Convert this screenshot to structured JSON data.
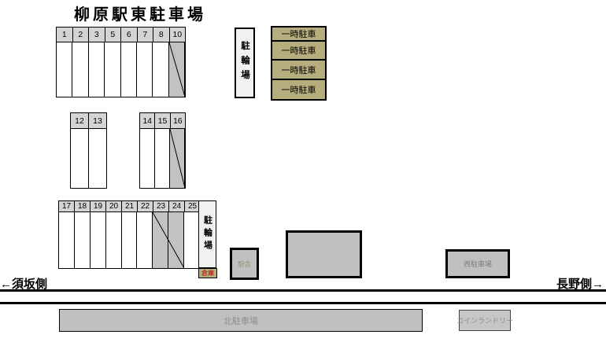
{
  "title": "柳原駅東駐車場",
  "directions": {
    "left": "←須坂側",
    "right": "長野側→"
  },
  "rows": {
    "row1": [
      "1",
      "2",
      "3",
      "5",
      "6",
      "7",
      "8",
      "10"
    ],
    "row2a": [
      "12",
      "13"
    ],
    "row2b": [
      "14",
      "15",
      "16"
    ],
    "row3": [
      "17",
      "18",
      "19",
      "20",
      "21",
      "22",
      "23",
      "24",
      "25"
    ]
  },
  "facilities": {
    "bicycle_parking_top": "駐輪場",
    "bicycle_parking_bottom": "駐輪場",
    "temporary_parking": [
      "一時駐車",
      "一時駐車",
      "一時駐車",
      "一時駐車"
    ],
    "storage_shed": "倉庫",
    "station_building": "駅舎",
    "west_parking": "西駐車場",
    "north_parking": "北駐車場",
    "coin_laundry": "コインランドリー"
  },
  "colors": {
    "header_cell_gray": "#d4d4d4",
    "reserved_cell_gray": "#c2c2c2",
    "building_gray": "#c0c0c0",
    "temporary_parking_tan": "#b5ad7e",
    "storage_label_red": "#aa0000",
    "railway_black": "#000000"
  }
}
